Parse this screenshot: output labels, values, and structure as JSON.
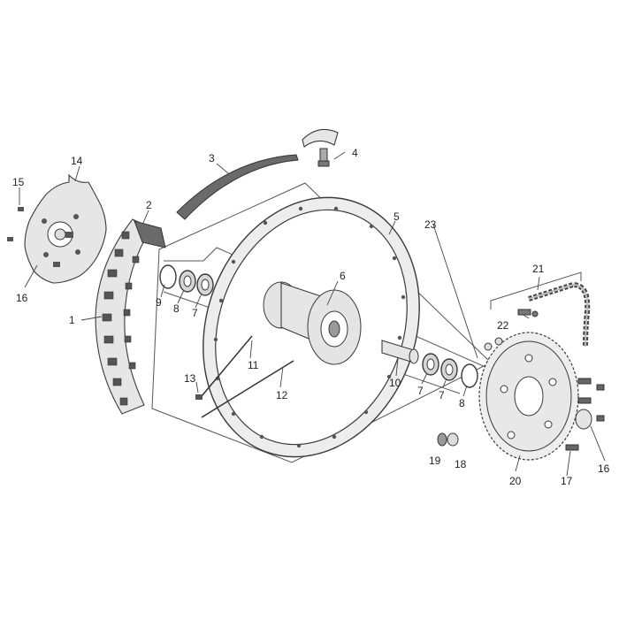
{
  "diagram": {
    "callouts": [
      {
        "id": "c1",
        "text": "1"
      },
      {
        "id": "c2",
        "text": "2"
      },
      {
        "id": "c3",
        "text": "3"
      },
      {
        "id": "c4",
        "text": "4"
      },
      {
        "id": "c5",
        "text": "5"
      },
      {
        "id": "c6",
        "text": "6"
      },
      {
        "id": "c7a",
        "text": "7"
      },
      {
        "id": "c7b",
        "text": "7"
      },
      {
        "id": "c7c",
        "text": "7"
      },
      {
        "id": "c8a",
        "text": "8"
      },
      {
        "id": "c8b",
        "text": "8"
      },
      {
        "id": "c9",
        "text": "9"
      },
      {
        "id": "c10",
        "text": "10"
      },
      {
        "id": "c11",
        "text": "11"
      },
      {
        "id": "c12",
        "text": "12"
      },
      {
        "id": "c13",
        "text": "13"
      },
      {
        "id": "c14",
        "text": "14"
      },
      {
        "id": "c15",
        "text": "15"
      },
      {
        "id": "c16a",
        "text": "16"
      },
      {
        "id": "c16b",
        "text": "16"
      },
      {
        "id": "c17",
        "text": "17"
      },
      {
        "id": "c18",
        "text": "18"
      },
      {
        "id": "c19",
        "text": "19"
      },
      {
        "id": "c20",
        "text": "20"
      },
      {
        "id": "c21",
        "text": "21"
      },
      {
        "id": "c22",
        "text": "22"
      },
      {
        "id": "c23",
        "text": "23"
      }
    ],
    "colors": {
      "line": "#3a3a3a",
      "part_fill": "#e6e6e6",
      "rim_fill": "#ededed",
      "tire_fill": "#d8d8d8",
      "strip_fill": "#6a6a6a"
    }
  }
}
